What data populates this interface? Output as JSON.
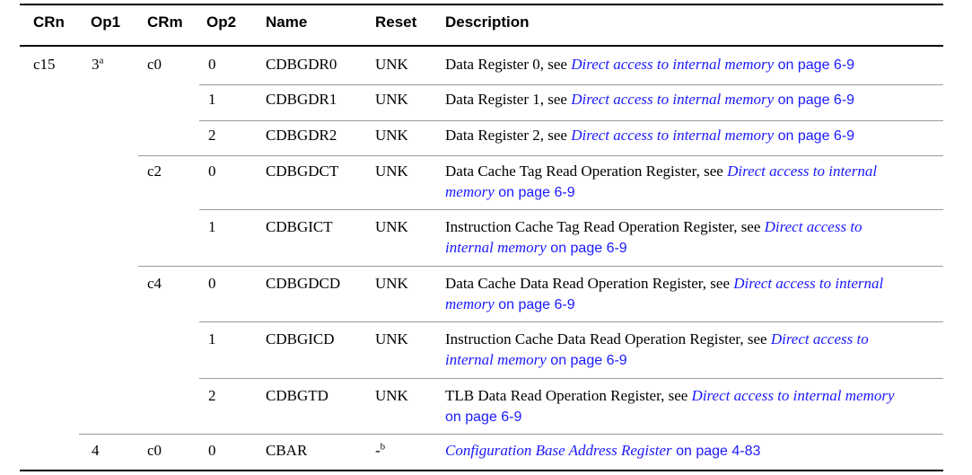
{
  "headers": {
    "crn": "CRn",
    "op1": "Op1",
    "crm": "CRm",
    "op2": "Op2",
    "name": "Name",
    "reset": "Reset",
    "description": "Description"
  },
  "group": {
    "crn": "c15",
    "op1_main": "3",
    "op1_main_note": "a",
    "op1_last": "4"
  },
  "crm": {
    "c0": "c0",
    "c2": "c2",
    "c4": "c4",
    "last": "c0"
  },
  "rows": [
    {
      "op2": "0",
      "name": "CDBGDR0",
      "reset": "UNK",
      "desc1": "Data Register 0, see ",
      "link1": "Direct access to internal memory",
      "tail1": " on page 6-9"
    },
    {
      "op2": "1",
      "name": "CDBGDR1",
      "reset": "UNK",
      "desc1": "Data Register 1, see ",
      "link1": "Direct access to internal memory",
      "tail1": " on page 6-9"
    },
    {
      "op2": "2",
      "name": "CDBGDR2",
      "reset": "UNK",
      "desc1": "Data Register 2, see ",
      "link1": "Direct access to internal memory",
      "tail1": " on page 6-9"
    },
    {
      "op2": "0",
      "name": "CDBGDCT",
      "reset": "UNK",
      "desc1": "Data Cache Tag Read Operation Register, see ",
      "link1": "Direct access to internal",
      "link2": "memory",
      "tail2": " on page 6-9"
    },
    {
      "op2": "1",
      "name": "CDBGICT",
      "reset": "UNK",
      "desc1": "Instruction Cache Tag Read Operation Register, see ",
      "link1": "Direct access to",
      "link2": "internal memory",
      "tail2": " on page 6-9"
    },
    {
      "op2": "0",
      "name": "CDBGDCD",
      "reset": "UNK",
      "desc1": "Data Cache Data Read Operation Register, see ",
      "link1": "Direct access to internal",
      "link2": "memory",
      "tail2": " on page 6-9"
    },
    {
      "op2": "1",
      "name": "CDBGICD",
      "reset": "UNK",
      "desc1": "Instruction Cache Data Read Operation Register, see ",
      "link1": "Direct access to",
      "link2": "internal memory",
      "tail2": " on page 6-9"
    },
    {
      "op2": "2",
      "name": "CDBGTD",
      "reset": "UNK",
      "desc1": "TLB Data Read Operation Register, see ",
      "link1": "Direct access to internal memory",
      "tail2": "on page 6-9"
    },
    {
      "op2": "0",
      "name": "CBAR",
      "reset": "-",
      "reset_note": "b",
      "link1": "Configuration Base Address Register",
      "tail1": " on page 4-83"
    }
  ]
}
